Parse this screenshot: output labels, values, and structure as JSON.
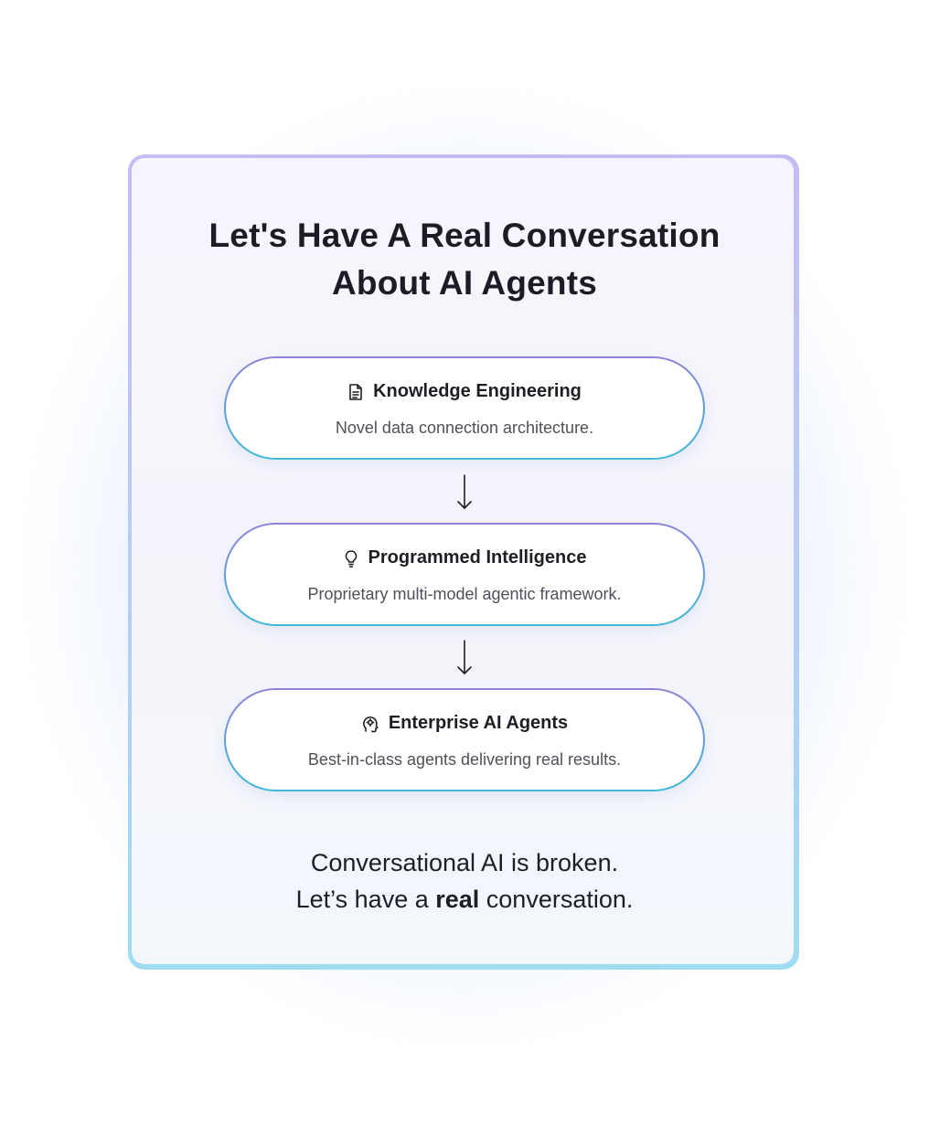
{
  "title": {
    "line1": "Let's Have A Real Conversation",
    "line2": "About AI Agents"
  },
  "steps": [
    {
      "icon": "document-icon",
      "heading": "Knowledge Engineering",
      "description": "Novel data connection architecture."
    },
    {
      "icon": "lightbulb-icon",
      "heading": "Programmed Intelligence",
      "description": "Proprietary multi-model agentic framework."
    },
    {
      "icon": "ai-head-icon",
      "heading": "Enterprise AI Agents",
      "description": "Best-in-class agents delivering real results."
    }
  ],
  "tagline": {
    "line1": "Conversational AI is broken.",
    "line2_prefix": "Let’s have a ",
    "line2_bold": "real",
    "line2_suffix": " conversation."
  },
  "colors": {
    "card_border_top": "#c3bdf4",
    "card_border_bottom": "#9fdcf2",
    "pill_border_top": "#8f84d6",
    "pill_border_bottom": "#3fbad8",
    "title_text": "#1c1c28",
    "description_text": "#50505c"
  }
}
